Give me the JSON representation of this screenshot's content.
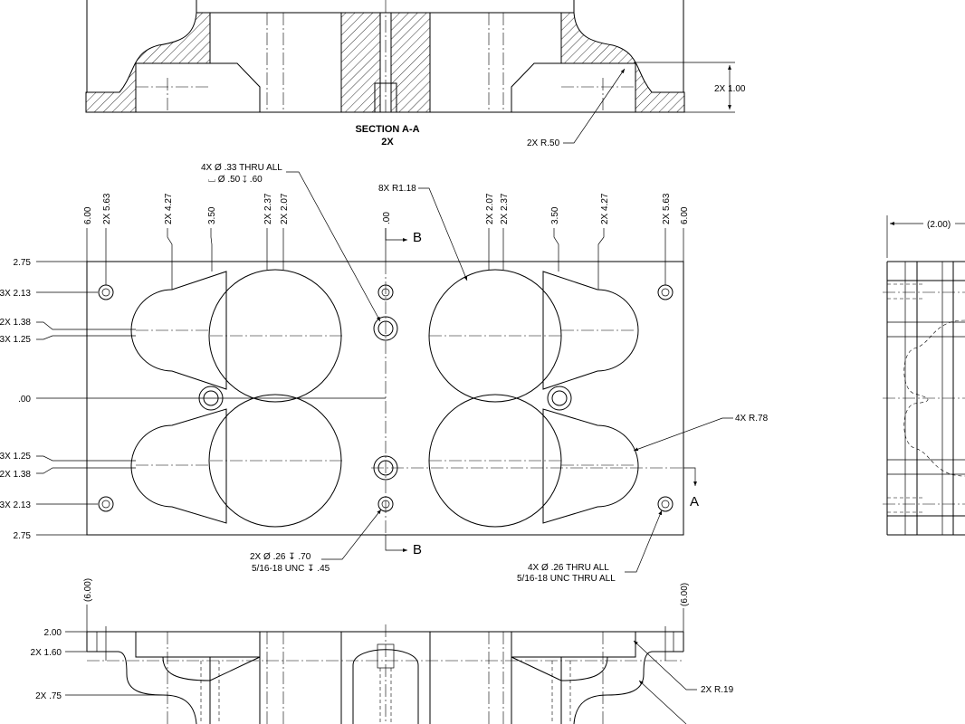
{
  "section_title": "SECTION A-A",
  "section_scale": "2X",
  "section_height_dim": "2X 1.00",
  "section_radius_dim": "2X R.50",
  "hole_callout_1": "4X Ø .33 THRU ALL",
  "hole_callout_1b": "⌴ Ø .50 ↧ .60",
  "radius_callout_8x": "8X R1.18",
  "radius_callout_4x": "4X R.78",
  "tap_callout_2x_a": "2X Ø .26 ↧ .70",
  "tap_callout_2x_b": "5/16-18 UNC  ↧ .45",
  "tap_callout_4x_a": "4X Ø .26 THRU ALL",
  "tap_callout_4x_b": "5/16-18 UNC   THRU ALL",
  "section_marker_b": "B",
  "section_marker_a": "A",
  "side_dim": "2.00",
  "x_dims": [
    "6.00",
    "2X 5.63",
    "2X 4.27",
    "3.50",
    "2X 2.37",
    "2X 2.07",
    ".00",
    "2X 2.07",
    "2X 2.37",
    "3.50",
    "2X 4.27",
    "2X 5.63",
    "6.00"
  ],
  "y_dims": [
    "2.75",
    "3X 2.13",
    "2X 1.38",
    "3X 1.25",
    ".00",
    "3X 1.25",
    "2X 1.38",
    "3X 2.13",
    "2.75"
  ],
  "bottom_left_ref": "(6.00)",
  "bottom_right_ref": "(6.00)",
  "bottom_dims": [
    "2.00",
    "2X 1.60",
    "2X .75"
  ],
  "bottom_radius": "2X R.19"
}
